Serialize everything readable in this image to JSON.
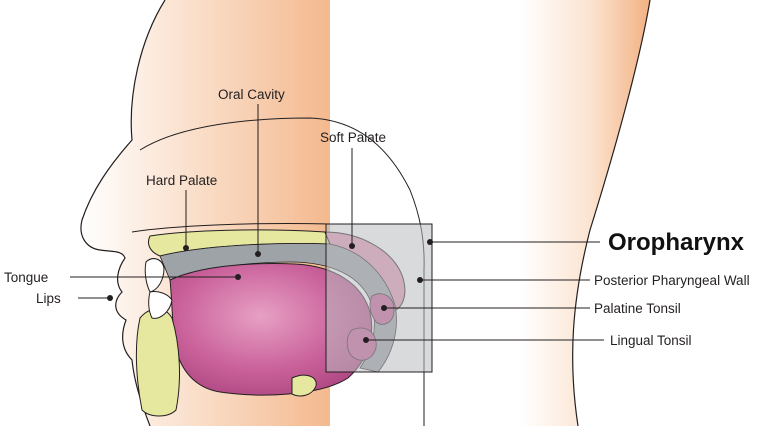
{
  "diagram": {
    "title": "Oropharynx",
    "labels": {
      "oral_cavity": "Oral Cavity",
      "soft_palate": "Soft Palate",
      "hard_palate": "Hard Palate",
      "tongue": "Tongue",
      "lips": "Lips",
      "posterior_pharyngeal_wall": "Posterior Pharyngeal Wall",
      "palatine_tonsil": "Palatine Tonsil",
      "lingual_tonsil": "Lingual Tonsil"
    }
  },
  "colors": {
    "skin": "#f6c9a4",
    "skin_light": "#fbe3cf",
    "bone": "#e6e8a0",
    "tongue": "#c9609a",
    "tongue_dark": "#a9437d",
    "palate_pink": "#e59ab6",
    "gray_cavity": "#9ea3a8",
    "highlight_box": "#b9bcc0"
  }
}
